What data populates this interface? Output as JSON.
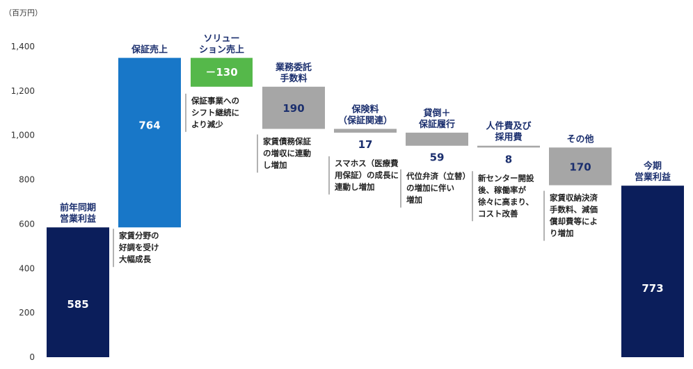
{
  "chart_data": {
    "type": "waterfall",
    "unit_label": "（百万円）",
    "ylim": [
      0,
      1400
    ],
    "yticks": [
      0,
      200,
      400,
      600,
      800,
      1000,
      1200,
      1400
    ],
    "ytick_labels": [
      "0",
      "200",
      "400",
      "600",
      "800",
      "1,000",
      "1,200",
      "1,400"
    ],
    "colors": {
      "total": "#0b1e5b",
      "guarantee": "#1877c8",
      "solution": "#55b84a",
      "other": "#a6a6a6",
      "annotation_line": "#7f7f7f",
      "label_dark": "#1b2f6e"
    },
    "steps": [
      {
        "category": [
          "前年同期",
          "営業利益"
        ],
        "value": 585,
        "label": "585",
        "kind": "total",
        "note": []
      },
      {
        "category": [
          "保証売上"
        ],
        "value": 764,
        "label": "764",
        "kind": "guarantee",
        "note": [
          "家賃分野の",
          "好調を受け",
          "大幅成長"
        ]
      },
      {
        "category": [
          "ソリュー",
          "ション売上"
        ],
        "value": -130,
        "label": "－130",
        "kind": "solution",
        "note": [
          "保証事業への",
          "シフト継続に",
          "より減少"
        ]
      },
      {
        "category": [
          "業務委託",
          "手数料"
        ],
        "value": -190,
        "label": "190",
        "kind": "other",
        "note": [
          "家賃債務保証",
          "の増収に連動",
          "し増加"
        ]
      },
      {
        "category": [
          "保険料",
          "（保証関連）"
        ],
        "value": -17,
        "label": "17",
        "kind": "other",
        "note": [
          "スマホス（医療費",
          "用保証）の成長に",
          "連動し増加"
        ]
      },
      {
        "category": [
          "貸倒＋",
          "保証履行"
        ],
        "value": -59,
        "label": "59",
        "kind": "other",
        "note": [
          "代位弁済（立替）",
          "の増加に伴い",
          "増加"
        ]
      },
      {
        "category": [
          "人件費及び",
          "採用費"
        ],
        "value": -8,
        "label": "8",
        "kind": "other",
        "note": [
          "新センター開設",
          "後、稼働率が",
          "徐々に高まり、",
          "コスト改善"
        ]
      },
      {
        "category": [
          "その他"
        ],
        "value": -170,
        "label": "170",
        "kind": "other",
        "note": [
          "家賃収納決済",
          "手数料、減価",
          "償却費等によ",
          "り増加"
        ]
      },
      {
        "category": [
          "今期",
          "営業利益"
        ],
        "value": 773,
        "label": "773",
        "kind": "total",
        "note": []
      }
    ]
  }
}
